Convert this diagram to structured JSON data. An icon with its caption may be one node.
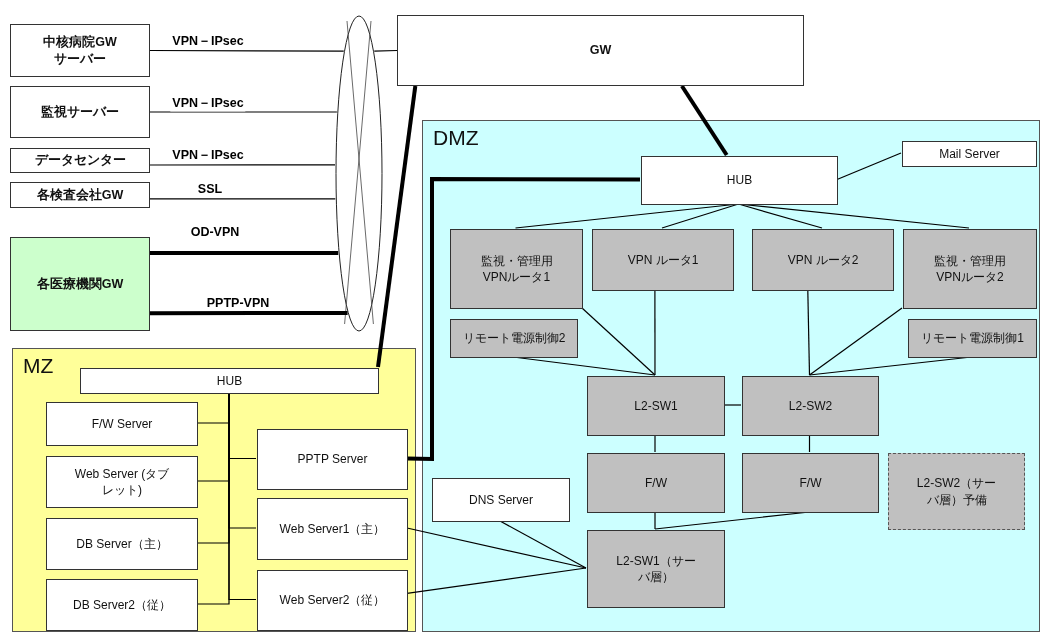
{
  "diagram": {
    "nodes": [
      {
        "text": [
          "中核病院GWサーバー"
        ]
      },
      {
        "text": [
          "監視サーバー"
        ]
      },
      {
        "text": [
          "データセンター"
        ]
      },
      {
        "text": [
          "各検査会社GW"
        ]
      },
      {
        "text": [
          "各医療機関GW"
        ]
      },
      {
        "text": [],
        "shape": "ellipse"
      },
      {
        "text": [
          "GW"
        ]
      },
      {
        "text": [
          "DMZ"
        ]
      },
      {
        "text": [
          "MZ"
        ]
      },
      {
        "text": [
          "HUB"
        ],
        "in": 7
      },
      {
        "text": [
          "Mail Server"
        ],
        "in": 7
      },
      {
        "text": [
          "監視・管理用VPNルータ1"
        ],
        "in": 7
      },
      {
        "text": [
          "VPN ルータ1"
        ],
        "in": 7
      },
      {
        "text": [
          "VPN ルータ2"
        ],
        "in": 7
      },
      {
        "text": [
          "監視・管理用VPNルータ2"
        ],
        "in": 7
      },
      {
        "text": [
          "リモート電源制御2"
        ],
        "in": 7
      },
      {
        "text": [
          "リモート電源制御1"
        ],
        "in": 7
      },
      {
        "text": [
          "L2-SW1"
        ],
        "in": 7
      },
      {
        "text": [
          "L2-SW2"
        ],
        "in": 7
      },
      {
        "text": [
          "F/W"
        ],
        "in": 7
      },
      {
        "text": [
          "F/W"
        ],
        "in": 7
      },
      {
        "text": [
          "L2-SW2（サーバ層）予備"
        ],
        "in": 7
      },
      {
        "text": [
          "DNS Server"
        ],
        "in": 7
      },
      {
        "text": [
          "L2-SW1（サーバ層）"
        ],
        "in": 7
      },
      {
        "text": [
          "HUB"
        ],
        "in": 8
      },
      {
        "text": [
          "F/W Server"
        ],
        "in": 8
      },
      {
        "text": [
          "Web Server (タブレット)"
        ],
        "in": 8
      },
      {
        "text": [
          "DB Server（主）"
        ],
        "in": 8
      },
      {
        "text": [
          "DB Server2（従）"
        ],
        "in": 8
      },
      {
        "text": [
          "PPTP Server"
        ],
        "in": 8
      },
      {
        "text": [
          "Web Server1（主）"
        ],
        "in": 8
      },
      {
        "text": [
          "Web Server2（従）"
        ],
        "in": 8
      }
    ],
    "edges": [
      {
        "from": 0,
        "to": 5,
        "arrow": "none",
        "label": "VPN－IPsec"
      },
      {
        "from": 1,
        "to": 5,
        "arrow": "none",
        "label": "VPN－IPsec"
      },
      {
        "from": 2,
        "to": 5,
        "arrow": "none",
        "label": "VPN－IPsec"
      },
      {
        "from": 3,
        "to": 5,
        "arrow": "none",
        "label": "SSL"
      },
      {
        "from": 4,
        "to": 5,
        "arrow": "none",
        "label": "OD-VPN",
        "style": "thick"
      },
      {
        "from": 4,
        "to": 5,
        "arrow": "none",
        "label": "PPTP-VPN",
        "style": "thick"
      },
      {
        "from": 5,
        "to": 6,
        "arrow": "none"
      },
      {
        "from": 6,
        "to": 9,
        "arrow": "none",
        "style": "thick"
      },
      {
        "from": 6,
        "to": 24,
        "arrow": "none",
        "style": "thick"
      },
      {
        "from": 9,
        "to": 29,
        "arrow": "none",
        "style": "thick"
      },
      {
        "from": 9,
        "to": 10,
        "arrow": "none"
      },
      {
        "from": 9,
        "to": 11,
        "arrow": "none"
      },
      {
        "from": 9,
        "to": 12,
        "arrow": "none"
      },
      {
        "from": 9,
        "to": 13,
        "arrow": "none"
      },
      {
        "from": 9,
        "to": 14,
        "arrow": "none"
      },
      {
        "from": 11,
        "to": 17,
        "arrow": "none"
      },
      {
        "from": 12,
        "to": 17,
        "arrow": "none"
      },
      {
        "from": 15,
        "to": 17,
        "arrow": "none"
      },
      {
        "from": 14,
        "to": 18,
        "arrow": "none"
      },
      {
        "from": 13,
        "to": 18,
        "arrow": "none"
      },
      {
        "from": 16,
        "to": 18,
        "arrow": "none"
      },
      {
        "from": 17,
        "to": 18,
        "arrow": "none"
      },
      {
        "from": 17,
        "to": 19,
        "arrow": "none"
      },
      {
        "from": 18,
        "to": 20,
        "arrow": "none"
      },
      {
        "from": 19,
        "to": 23,
        "arrow": "none"
      },
      {
        "from": 20,
        "to": 23,
        "arrow": "none"
      },
      {
        "from": 22,
        "to": 23,
        "arrow": "none"
      },
      {
        "from": 30,
        "to": 23,
        "arrow": "none"
      },
      {
        "from": 31,
        "to": 23,
        "arrow": "none"
      },
      {
        "from": 24,
        "to": 25,
        "arrow": "none"
      },
      {
        "from": 24,
        "to": 26,
        "arrow": "none"
      },
      {
        "from": 24,
        "to": 27,
        "arrow": "none"
      },
      {
        "from": 24,
        "to": 28,
        "arrow": "none"
      },
      {
        "from": 24,
        "to": 29,
        "arrow": "none"
      },
      {
        "from": 24,
        "to": 30,
        "arrow": "none"
      },
      {
        "from": 24,
        "to": 31,
        "arrow": "none"
      }
    ]
  }
}
